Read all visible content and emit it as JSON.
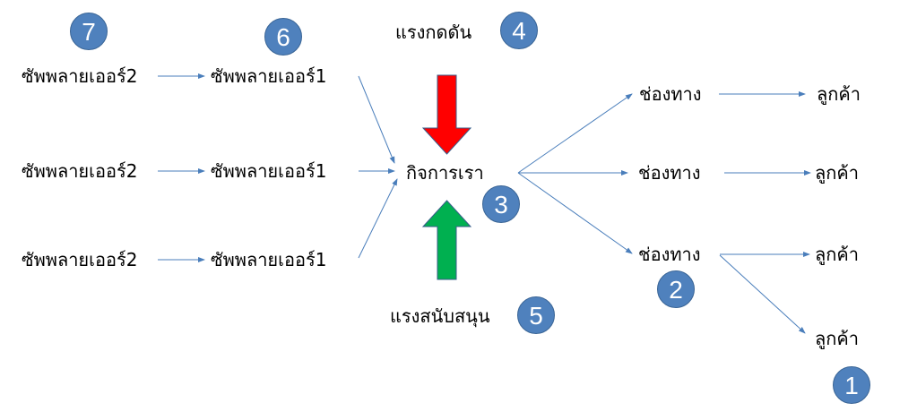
{
  "diagram": {
    "suppliers_tier2": [
      {
        "label": "ซัพพลายเออร์2"
      },
      {
        "label": "ซัพพลายเออร์2"
      },
      {
        "label": "ซัพพลายเออร์2"
      }
    ],
    "suppliers_tier1": [
      {
        "label": "ซัพพลายเออร์1"
      },
      {
        "label": "ซัพพลายเออร์1"
      },
      {
        "label": "ซัพพลายเออร์1"
      }
    ],
    "business": {
      "label": "กิจการเรา"
    },
    "pressure": {
      "label": "แรงกดดัน",
      "color": "#ff0000"
    },
    "support": {
      "label": "แรงสนับสนุน",
      "color": "#00b050"
    },
    "channels": [
      {
        "label": "ช่องทาง"
      },
      {
        "label": "ช่องทาง"
      },
      {
        "label": "ช่องทาง"
      }
    ],
    "customers": [
      {
        "label": "ลูกค้า"
      },
      {
        "label": "ลูกค้า"
      },
      {
        "label": "ลูกค้า"
      },
      {
        "label": "ลูกค้า"
      }
    ],
    "badges": {
      "customer": "1",
      "channel": "2",
      "business": "3",
      "pressure": "4",
      "support": "5",
      "supplier1": "6",
      "supplier2": "7"
    },
    "colors": {
      "connector": "#4a7ebb",
      "badge_fill": "#4f81bd"
    }
  }
}
